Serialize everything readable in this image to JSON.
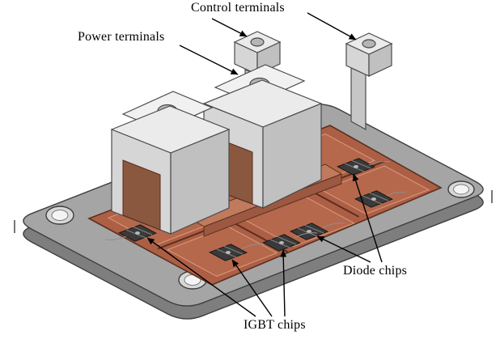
{
  "figure": {
    "labels": {
      "control_terminals": "Control terminals",
      "power_terminals": "Power terminals",
      "diode_chips": "Diode chips",
      "igbt_chips": "IGBT chips"
    },
    "colors": {
      "background": "#ffffff",
      "baseplate": "#a5a5a5",
      "baseplate_side": "#7e7e7e",
      "copper_substrate": "#ad5f45",
      "copper_tile": "#b5684c",
      "copper_outline": "#5a2f1f",
      "busbar": "#c07a5e",
      "terminal_metal_light": "#ebebeb",
      "terminal_metal_shadow": "#c0c0c0",
      "chip": "#3a3a3a",
      "annotation": "#000000"
    }
  }
}
